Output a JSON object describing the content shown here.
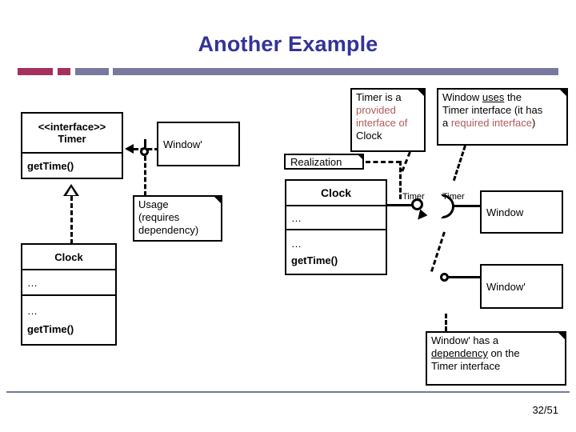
{
  "slide": {
    "title": "Another Example",
    "page_number": "32/51",
    "title_color": "#333399",
    "accent_red": "#a6305c",
    "accent_purple": "#77799f",
    "highlight_color": "#b05a5a"
  },
  "classes": {
    "timer_interface": {
      "stereotype": "<<interface>>",
      "name": "Timer",
      "operation": "getTime()"
    },
    "window_prime_left": {
      "name": "Window'"
    },
    "clock_left": {
      "name": "Clock",
      "attributes": "…",
      "op_ellipsis": "…",
      "operation": "getTime()"
    },
    "clock_right": {
      "name": "Clock",
      "attributes": "…",
      "op_ellipsis": "…",
      "operation": "getTime()"
    },
    "window_right": {
      "name": "Window"
    },
    "window_prime_right": {
      "name": "Window'"
    }
  },
  "connectors": {
    "provided_label": "Timer",
    "required_label": "Timer"
  },
  "notes": {
    "realization": {
      "label": "Realization"
    },
    "usage": {
      "line1": "Usage",
      "line2": "(requires",
      "line3": "dependency)"
    },
    "provided_callout": {
      "line1_plain": "Timer is a",
      "line2_hl": "provided",
      "line3_hl": "interface of",
      "line4_plain": "Clock"
    },
    "uses_callout": {
      "seg1": "Window ",
      "seg2_underline": "uses",
      "seg3": " the",
      "line2": "Timer interface (it has",
      "line3_plain": "a ",
      "line3_hl": "required interface",
      "line3_tail": ")"
    },
    "dependency_callout": {
      "line1": "Window' has a",
      "line2_underline": "dependency",
      "line2_tail": " on the",
      "line3": "Timer interface"
    }
  }
}
